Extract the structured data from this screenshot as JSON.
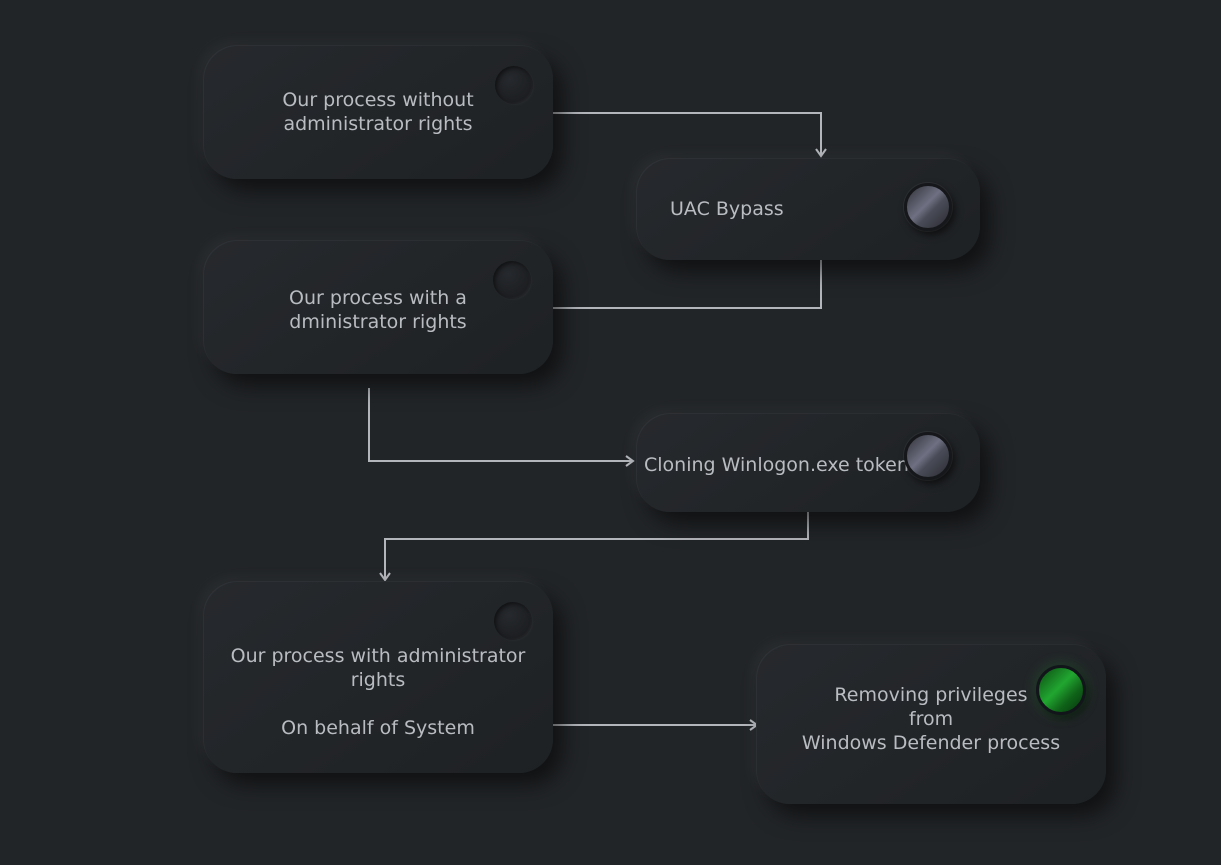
{
  "nodes": {
    "no_admin": {
      "label": "Our process without\nadministrator rights"
    },
    "uac_bypass": {
      "label": "UAC Bypass"
    },
    "with_admin": {
      "label": "Our process with a\ndministrator rights"
    },
    "cloning": {
      "label": "Cloning Winlogon.exe token"
    },
    "system_admin": {
      "label": "Our process with administrator\nrights\n\nOn behalf of System"
    },
    "removing": {
      "label": "Removing privileges\nfrom\nWindows Defender process"
    }
  },
  "colors": {
    "background": "#222528",
    "connector": "#b3b6bb",
    "text": "#b9bcc1",
    "status_active": "#21a630"
  }
}
